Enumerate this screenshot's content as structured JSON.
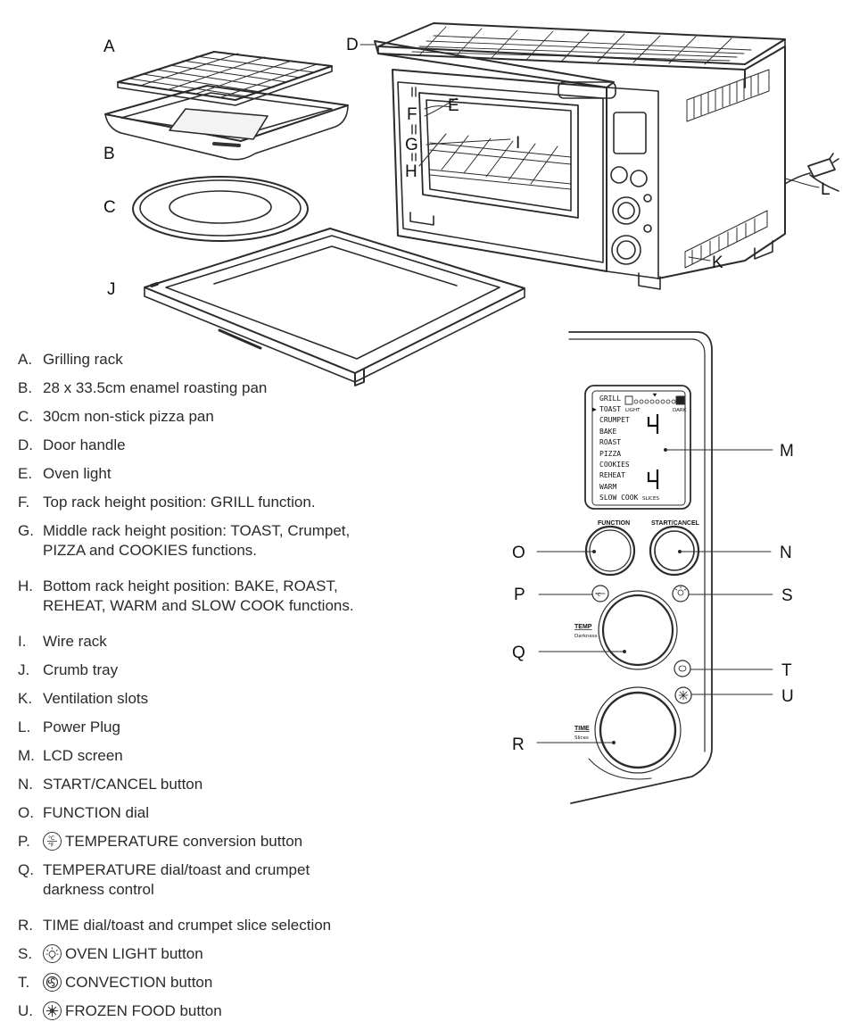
{
  "callouts": {
    "A": "A",
    "B": "B",
    "C": "C",
    "D": "D",
    "E": "E",
    "F": "F",
    "G": "G",
    "H": "H",
    "I": "I",
    "J": "J",
    "K": "K",
    "L": "L",
    "M": "M",
    "N": "N",
    "O": "O",
    "P": "P",
    "Q": "Q",
    "R": "R",
    "S": "S",
    "T": "T",
    "U": "U"
  },
  "lcd": {
    "functions": [
      "GRILL",
      "TOAST",
      "CRUMPET",
      "BAKE",
      "ROAST",
      "PIZZA",
      "COOKIES",
      "REHEAT",
      "WARM",
      "SLOW COOK"
    ],
    "selected_marker": "▶",
    "light_label": "LIGHT",
    "dark_label": "DARK",
    "slices_label": "SLICES",
    "upper_digit": "4",
    "lower_digit": "4"
  },
  "panel": {
    "function_label": "FUNCTION",
    "start_cancel_label": "START/CANCEL",
    "temp_label": "TEMP",
    "temp_sub": "Darkness",
    "time_label": "TIME",
    "time_sub": "Slices"
  },
  "legend": [
    {
      "key": "A.",
      "lines": [
        "Grilling rack"
      ],
      "icon": ""
    },
    {
      "key": "B.",
      "lines": [
        "28 x 33.5cm enamel roasting pan"
      ],
      "icon": ""
    },
    {
      "key": "C.",
      "lines": [
        "30cm non-stick pizza pan"
      ],
      "icon": ""
    },
    {
      "key": "D.",
      "lines": [
        "Door handle"
      ],
      "icon": ""
    },
    {
      "key": "E.",
      "lines": [
        "Oven light"
      ],
      "icon": ""
    },
    {
      "key": "F.",
      "lines": [
        "Top rack height position: GRILL function."
      ],
      "icon": ""
    },
    {
      "key": "G.",
      "lines": [
        "Middle rack height position: TOAST, Crumpet,",
        "PIZZA and COOKIES functions."
      ],
      "icon": ""
    },
    {
      "key": "H.",
      "lines": [
        "Bottom rack height position: BAKE, ROAST,",
        "REHEAT, WARM and SLOW COOK functions."
      ],
      "icon": ""
    },
    {
      "key": "I.",
      "lines": [
        "Wire rack"
      ],
      "icon": ""
    },
    {
      "key": "J.",
      "lines": [
        "Crumb tray"
      ],
      "icon": ""
    },
    {
      "key": "K.",
      "lines": [
        "Ventilation slots"
      ],
      "icon": ""
    },
    {
      "key": "L.",
      "lines": [
        "Power Plug"
      ],
      "icon": ""
    },
    {
      "key": "M.",
      "lines": [
        "LCD screen"
      ],
      "icon": ""
    },
    {
      "key": "N.",
      "lines": [
        "START/CANCEL button"
      ],
      "icon": ""
    },
    {
      "key": "O.",
      "lines": [
        "FUNCTION dial"
      ],
      "icon": ""
    },
    {
      "key": "P.",
      "lines": [
        "TEMPERATURE conversion button"
      ],
      "icon": "temp-conversion-icon"
    },
    {
      "key": "Q.",
      "lines": [
        "TEMPERATURE dial/toast and crumpet",
        "darkness control"
      ],
      "icon": ""
    },
    {
      "key": "R.",
      "lines": [
        "TIME dial/toast and crumpet slice selection"
      ],
      "icon": ""
    },
    {
      "key": "S.",
      "lines": [
        "OVEN LIGHT button"
      ],
      "icon": "oven-light-icon"
    },
    {
      "key": "T.",
      "lines": [
        "CONVECTION button"
      ],
      "icon": "convection-icon"
    },
    {
      "key": "U.",
      "lines": [
        "FROZEN FOOD button"
      ],
      "icon": "frozen-food-icon"
    }
  ]
}
